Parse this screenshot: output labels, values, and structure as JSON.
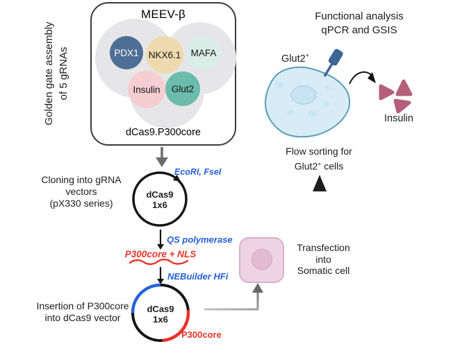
{
  "colors": {
    "accent_blue": "#2560d8",
    "accent_red": "#e8342a",
    "plasmid_black": "#141414",
    "gray_arrow": "#6e6e6e",
    "light_gray_arrow": "#9a9a9a",
    "cell_fill": "#d9ecf6",
    "cell_stroke": "#5b9cbb",
    "nucleus_fill": "#c9e3f2",
    "cell_spot": "#c9e6f4",
    "receptor_blue": "#3d6595",
    "insulin_triangle": "#b4607a",
    "somatic_fill": "#eed3e4",
    "somatic_stroke": "#d9aecb",
    "somatic_nucleus": "#e3bad4",
    "blue_segment": "#2563d9",
    "red_segment": "#e8342a"
  },
  "assembly": {
    "side_label": [
      "Golden gate assembly",
      "of 5 gRNAs"
    ],
    "box_title": "MEEV-β",
    "genes": [
      {
        "label": "PDX1",
        "color": "#4e6f95"
      },
      {
        "label": "NKX6.1",
        "color": "#eedaae"
      },
      {
        "label": "MAFA",
        "color": "#daeee8"
      },
      {
        "label": "Insulin",
        "color": "#f5ced2"
      },
      {
        "label": "Glut2",
        "color": "#6bbcac"
      }
    ],
    "box_caption": "dCas9.P300core"
  },
  "cloning": {
    "label_lines": [
      "Cloning into gRNA",
      "vectors",
      "(pX330 series)"
    ],
    "plasmid_name": "dCas9",
    "plasmid_copies": "1x6",
    "enzymes": "EcoRI, FseI",
    "polymerase": "QS polymerase",
    "insert_fragment": "P300core + NLS",
    "assembly_kit": "NEBuilder HFi"
  },
  "insertion": {
    "label_lines": [
      "Insertion of P300core",
      "into dCas9 vector"
    ],
    "plasmid_name": "dCas9",
    "plasmid_copies": "1x6",
    "segment_label": "P300core"
  },
  "transfection": {
    "label_lines": [
      "Transfection",
      "into",
      "Somatic cell"
    ]
  },
  "sorting": {
    "line1": "Flow sorting for",
    "cell_base": "Glut2",
    "cell_sup": "+",
    "cell_suffix": " cells"
  },
  "functional": {
    "line1": "Functional analysis",
    "line2": "qPCR and GSIS"
  },
  "glut2_marker": {
    "base": "Glut2",
    "sup": "+"
  },
  "insulin_label": "Insulin"
}
